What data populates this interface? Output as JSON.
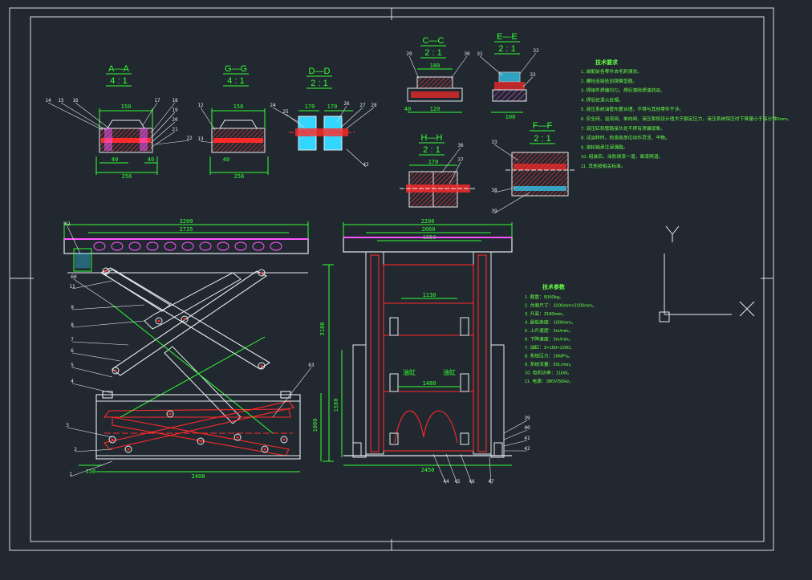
{
  "colors": {
    "background": "#212830",
    "frame": "#d8dce0",
    "drawing": "#e8ecef",
    "dimension": "#33ff33",
    "section": "#ff2a2a",
    "hatch": "#ff55ff",
    "cyan": "#33d6ff",
    "note": "#66ff44"
  },
  "sections": [
    {
      "title": "A—A",
      "scale": "4 : 1"
    },
    {
      "title": "G—G",
      "scale": "4 : 1"
    },
    {
      "title": "D—D",
      "scale": "2 : 1"
    },
    {
      "title": "C—C",
      "scale": "2 : 1"
    },
    {
      "title": "E—E",
      "scale": "2 : 1"
    },
    {
      "title": "H—H",
      "scale": "2 : 1"
    },
    {
      "title": "F—F",
      "scale": "2 : 1"
    }
  ],
  "dims": {
    "a_top": "150",
    "a_bot": "40",
    "a_width": "256",
    "a_right": "40",
    "g_top": "150",
    "g_bot": "40",
    "g_width": "256",
    "d_left": "170",
    "d_right": "170",
    "c_top": "180",
    "c_bot": "120",
    "c_left": "40",
    "e_bot": "100",
    "h_top": "170",
    "front_total": "3200",
    "front_inner": "2735",
    "front_base": "2400",
    "front_left_small": "150",
    "front_height": "3180",
    "front_lower": "1000",
    "side_total": "2200",
    "side_inner": "2060",
    "side_center": "1850",
    "side_mid": "1130",
    "side_low": "1480",
    "side_base": "2450",
    "side_height": "1580"
  },
  "notes": {
    "title": "技术要求",
    "items": [
      "1. 装配前各零件去毛刺清洗。",
      "2. 螺栓连接处加弹簧垫圈。",
      "3. 焊接件焊缝均匀，焊后清除焊渣药皮。",
      "4. 焊后经退火处理。",
      "5. 液压系统油管布置合理，不得与其他零件干涉。",
      "6. 安全阀、溢流阀、单向阀、液压泵按设计值大于额定压力，液压系统保压时下降量小于每分钟2mm。",
      "7. 液压缸和管路接头处不得有渗漏现象。",
      "8. 试运转时，检查各部位动作灵活、平稳。",
      "9. 滚轮轴承注润滑脂。",
      "10. 组装后，涂防锈漆一道，面漆两道。",
      "11. 其他按相关标准。"
    ]
  },
  "specs": {
    "title": "技术参数",
    "items": [
      "1. 载重：5000kg。",
      "2. 台面尺寸：3200mm×2200mm。",
      "3. 升高：3180mm。",
      "4. 最低高度：1000mm。",
      "5. 上升速度：2m/min。",
      "6. 下降速度：3m/min。",
      "7. 油缸：2×160×1200。",
      "8. 系统压力：16MPa。",
      "9. 系统流量：50L/min。",
      "10. 电机功率：11kW。",
      "11. 电源：380V/50Hz。"
    ]
  },
  "side_labels": {
    "left": "油缸",
    "right": "油缸"
  },
  "axes": {
    "y": "Y",
    "x": "X"
  },
  "part_numbers": {
    "front_left": [
      "62",
      "60",
      "11",
      "9",
      "8",
      "7",
      "6",
      "5",
      "4",
      "3",
      "2",
      "1"
    ],
    "a": [
      "14",
      "15",
      "16",
      "17",
      "18",
      "19",
      "20",
      "21",
      "22"
    ],
    "g": [
      "12",
      "13"
    ],
    "d": [
      "24",
      "25",
      "26",
      "27",
      "28",
      "43"
    ],
    "c": [
      "29",
      "30"
    ],
    "e": [
      "31",
      "32",
      "33"
    ],
    "h": [
      "36",
      "37"
    ],
    "f": [
      "33",
      "38",
      "39"
    ],
    "side_bottom": [
      "44",
      "45",
      "46",
      "47"
    ],
    "side_right": [
      "39",
      "40",
      "41",
      "42"
    ],
    "front_mid": [
      "63"
    ]
  }
}
